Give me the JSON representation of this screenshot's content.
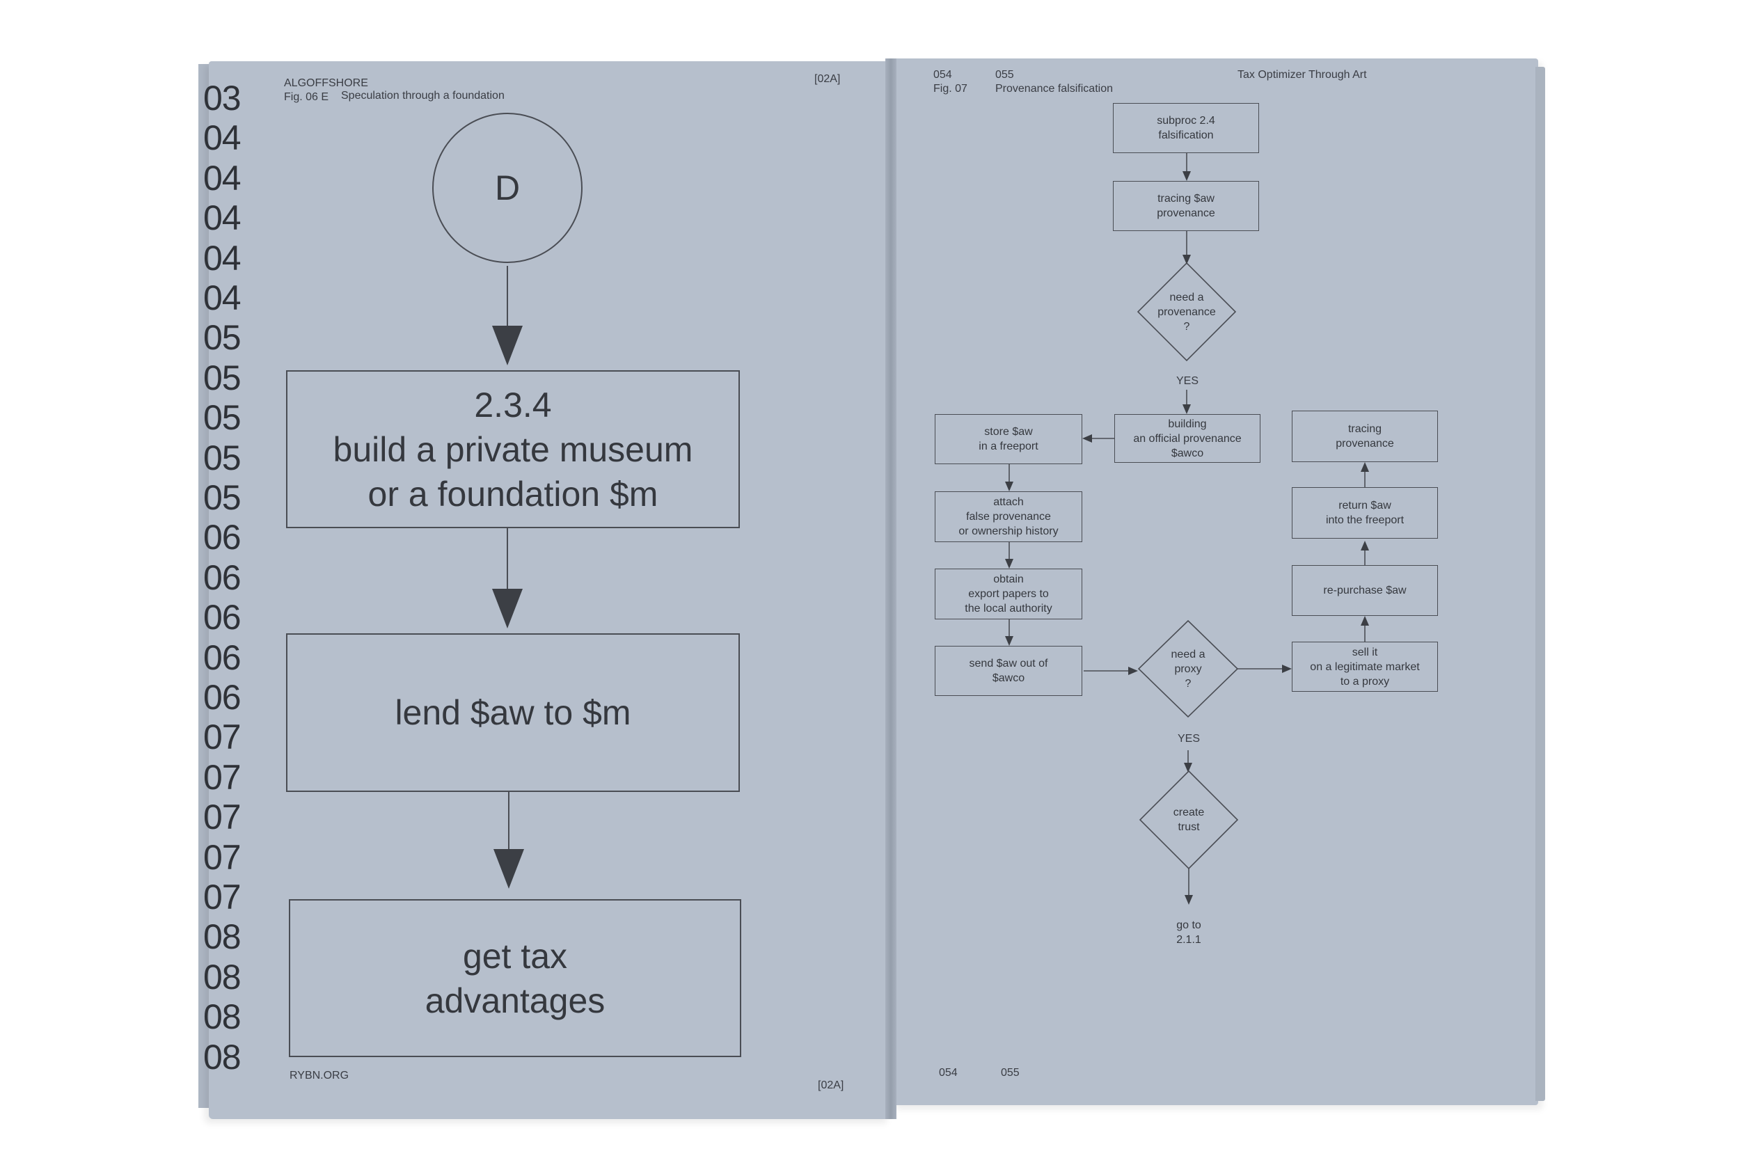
{
  "left_page": {
    "header_title": "ALGOFFSHORE",
    "fig_label": "Fig. 06 E",
    "fig_caption": "Speculation through a foundation",
    "tag_top": "[02A]",
    "tag_bottom": "[02A]",
    "footer": "RYBN.ORG",
    "edge_numbers": [
      "03",
      "04",
      "04",
      "04",
      "04",
      "04",
      "05",
      "05",
      "05",
      "05",
      "05",
      "06",
      "06",
      "06",
      "06",
      "06",
      "07",
      "07",
      "07",
      "07",
      "07",
      "08",
      "08",
      "08",
      "08"
    ],
    "flow": {
      "start_node": "D",
      "step1": "2.3.4\nbuild a private museum\nor a foundation $m",
      "step2": "lend $aw to $m",
      "step3": "get tax\nadvantages"
    }
  },
  "right_page": {
    "page_left": "054",
    "page_right": "055",
    "fig_label": "Fig. 07",
    "fig_caption": "Provenance falsification",
    "running_title": "Tax Optimizer Through Art",
    "footer_left": "054",
    "footer_right": "055",
    "flow": {
      "subproc": "subproc 2.4\nfalsification",
      "tracing_aw": "tracing $aw\nprovenance",
      "need_provenance": "need a\nprovenance\n?",
      "yes1": "YES",
      "building": "building\nan official provenance\n$awco",
      "store": "store $aw\nin a freeport",
      "attach": "attach\nfalse provenance\nor ownership history",
      "obtain": "obtain\nexport papers to\nthe local authority",
      "send": "send $aw out of\n$awco",
      "need_proxy": "need a\nproxy\n?",
      "yes2": "YES",
      "sell": "sell it\non a legitimate market\nto a proxy",
      "repurchase": "re-purchase $aw",
      "return": "return $aw\ninto the freeport",
      "tracing_prov": "tracing\nprovenance",
      "create_trust": "create\ntrust",
      "goto": "go to\n2.1.1"
    }
  }
}
